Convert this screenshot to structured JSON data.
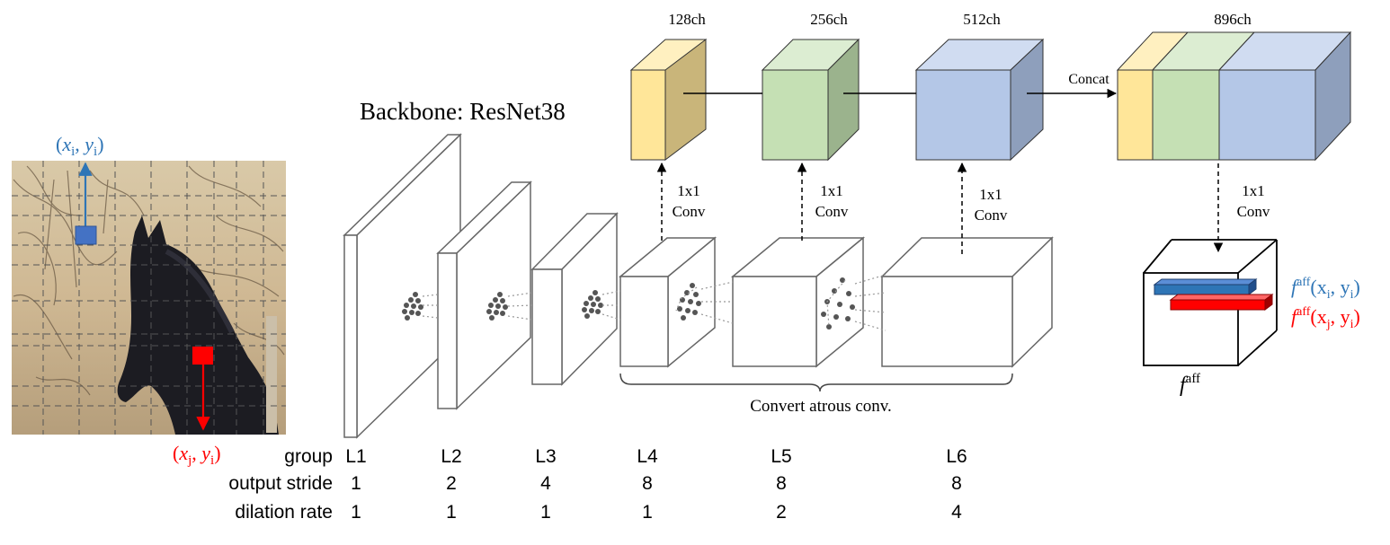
{
  "input_image": {
    "point_i": {
      "x": "x",
      "x_sub": "i",
      "y": "y",
      "y_sub": "i",
      "color": "#2e75b6"
    },
    "point_j": {
      "x": "x",
      "x_sub": "j",
      "y": "y",
      "y_sub": "i",
      "color": "#ff0000"
    }
  },
  "backbone": {
    "title": "Backbone: ResNet38"
  },
  "feature_blocks": [
    {
      "label": "128ch",
      "front": "#ffe699",
      "side": "#c9b57a",
      "top": "#fff0c0"
    },
    {
      "label": "256ch",
      "front": "#c5e0b4",
      "side": "#9bb38d",
      "top": "#dcedd2"
    },
    {
      "label": "512ch",
      "front": "#b4c7e7",
      "side": "#8e9fbc",
      "top": "#d0dcf1"
    }
  ],
  "concat": {
    "label": "Concat",
    "output_label": "896ch"
  },
  "conv_labels": [
    {
      "line1": "1x1",
      "line2": "Conv"
    },
    {
      "line1": "1x1",
      "line2": "Conv"
    },
    {
      "line1": "1x1",
      "line2": "Conv"
    },
    {
      "line1": "1x1",
      "line2": "Conv"
    }
  ],
  "atrous": {
    "label": "Convert atrous conv."
  },
  "affinity": {
    "f": "f",
    "sup": "aff",
    "label_i": {
      "args": "(x",
      "sub1": "i",
      "mid": ", y",
      "sub2": "i",
      "end": ")",
      "color": "#2e75b6"
    },
    "label_j": {
      "args": "(x",
      "sub1": "j",
      "mid": ", y",
      "sub2": "i",
      "end": ")",
      "color": "#ff0000"
    }
  },
  "table": {
    "row_labels": [
      "group",
      "output stride",
      "dilation rate"
    ],
    "columns": [
      {
        "group": "L1",
        "stride": "1",
        "dilation": "1"
      },
      {
        "group": "L2",
        "stride": "2",
        "dilation": "1"
      },
      {
        "group": "L3",
        "stride": "4",
        "dilation": "1"
      },
      {
        "group": "L4",
        "stride": "8",
        "dilation": "1"
      },
      {
        "group": "L5",
        "stride": "8",
        "dilation": "2"
      },
      {
        "group": "L6",
        "stride": "8",
        "dilation": "4"
      }
    ]
  }
}
